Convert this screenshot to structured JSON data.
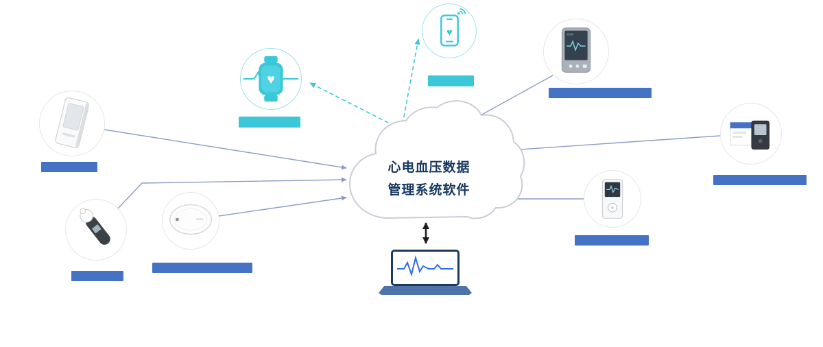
{
  "diagram": {
    "cloud": {
      "line1": "心电血压数据",
      "line2": "管理系统软件"
    },
    "nodes": [
      {
        "name": "wall-device",
        "label": "",
        "label_color": "blue"
      },
      {
        "name": "ear-thermometer",
        "label": "",
        "label_color": "blue"
      },
      {
        "name": "patch-recorder",
        "label": "",
        "label_color": "blue"
      },
      {
        "name": "smartwatch",
        "label": "",
        "label_color": "teal"
      },
      {
        "name": "smartphone-app",
        "label": "",
        "label_color": "teal"
      },
      {
        "name": "ecg-monitor",
        "label": "",
        "label_color": "blue"
      },
      {
        "name": "bp-monitor",
        "label": "",
        "label_color": "blue"
      },
      {
        "name": "holter-recorder",
        "label": "",
        "label_color": "blue"
      }
    ],
    "laptop": {
      "label": ""
    }
  },
  "colors": {
    "teal": "#3ac8d9",
    "blue": "#4472c4",
    "arrow": "#8d9cc5",
    "ink": "#1d1d1f",
    "cloud_border": "#c9cdd6",
    "cloud_text": "#16375f",
    "laptop_frame": "#1c3a5e",
    "laptop_base": "#4e73a8",
    "ecg_line": "#2e6be6"
  }
}
